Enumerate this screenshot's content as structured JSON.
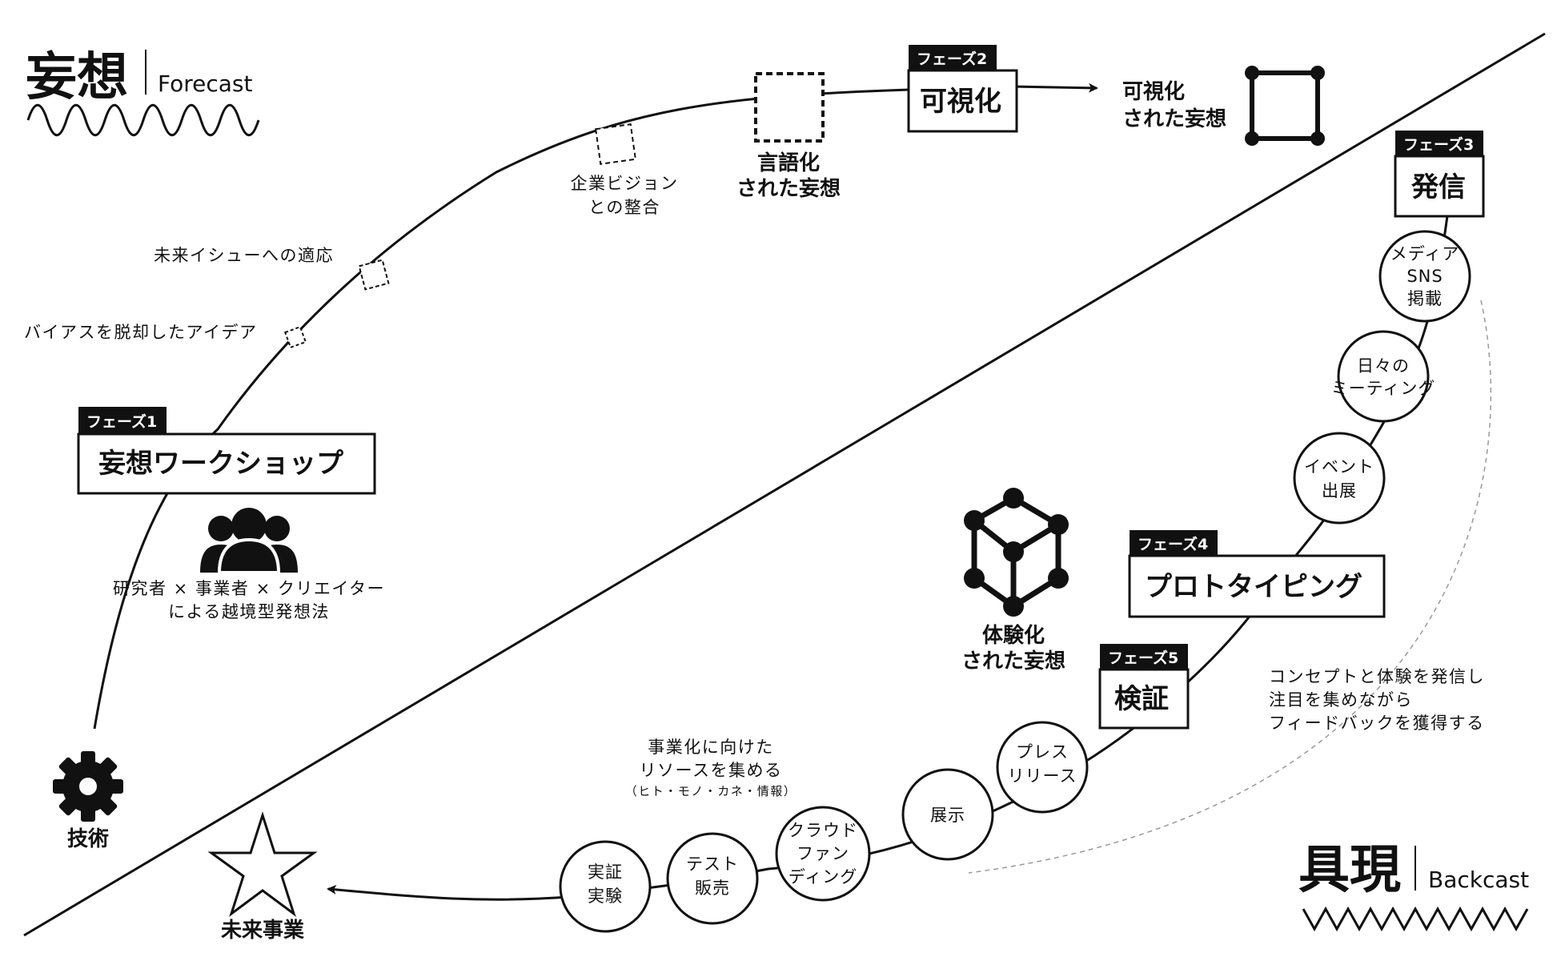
{
  "forecast": {
    "title": "妄想",
    "subtitle": "Forecast"
  },
  "backcast": {
    "title": "具現",
    "subtitle": "Backcast"
  },
  "technology": {
    "label": "技術",
    "icon": "gear-icon"
  },
  "future_business": {
    "label": "未来事業",
    "icon": "star-icon"
  },
  "phases": {
    "phase1": {
      "tag": "フェーズ1",
      "title": "妄想ワークショップ"
    },
    "phase2": {
      "tag": "フェーズ2",
      "title": "可視化"
    },
    "phase3": {
      "tag": "フェーズ3",
      "title": "発信"
    },
    "phase4": {
      "tag": "フェーズ4",
      "title": "プロトタイピング"
    },
    "phase5": {
      "tag": "フェーズ5",
      "title": "検証"
    }
  },
  "workshop_caption": [
    "研究者 × 事業者 × クリエイター",
    "による越境型発想法"
  ],
  "path_labels": {
    "bias": "バイアスを脱却したアイデア",
    "future_issue": "未来イシューへの適応",
    "vision": [
      "企業ビジョン",
      "との整合"
    ],
    "verbalized": [
      "言語化",
      "された妄想"
    ],
    "visualized": [
      "可視化",
      "された妄想"
    ],
    "experienced": [
      "体験化",
      "された妄想"
    ]
  },
  "circles": {
    "media": [
      "メディア",
      "SNS",
      "掲載"
    ],
    "meeting": [
      "日々の",
      "ミーティング"
    ],
    "event": [
      "イベント",
      "出展"
    ],
    "press": [
      "プレス",
      "リリース"
    ],
    "exhibit": [
      "展示"
    ],
    "crowdfunding": [
      "クラウド",
      "ファン",
      "ディング"
    ],
    "test_sale": [
      "テスト",
      "販売"
    ],
    "experiment": [
      "実証",
      "実験"
    ]
  },
  "resources_note": [
    "事業化に向けた",
    "リソースを集める",
    "（ヒト・モノ・カネ・情報）"
  ],
  "feedback_note": [
    "コンセプトと体験を発信し",
    "注目を集めながら",
    "フィードバックを獲得する"
  ]
}
